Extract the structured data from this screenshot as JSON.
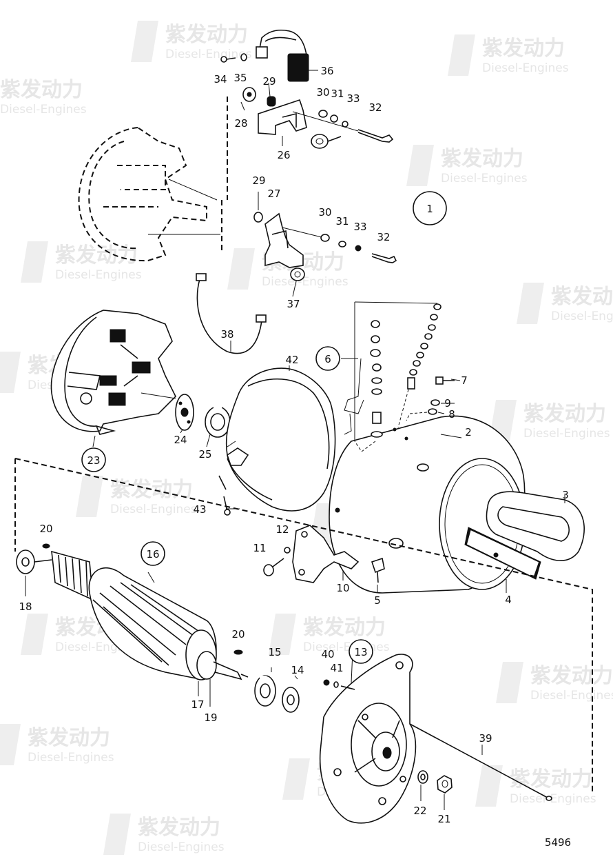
{
  "watermark": {
    "chinese": "紫发动力",
    "english": "Diesel-Engines"
  },
  "figure_number": "5496",
  "callouts": [
    {
      "id": "1",
      "circled": true
    },
    {
      "id": "2"
    },
    {
      "id": "3"
    },
    {
      "id": "4"
    },
    {
      "id": "5"
    },
    {
      "id": "6",
      "circled": true
    },
    {
      "id": "7"
    },
    {
      "id": "8"
    },
    {
      "id": "9"
    },
    {
      "id": "10"
    },
    {
      "id": "11"
    },
    {
      "id": "12"
    },
    {
      "id": "13",
      "circled": true
    },
    {
      "id": "14"
    },
    {
      "id": "15"
    },
    {
      "id": "16",
      "circled": true
    },
    {
      "id": "17"
    },
    {
      "id": "18"
    },
    {
      "id": "19"
    },
    {
      "id": "20a",
      "text": "20"
    },
    {
      "id": "20b",
      "text": "20"
    },
    {
      "id": "21"
    },
    {
      "id": "22"
    },
    {
      "id": "23",
      "circled": true
    },
    {
      "id": "24"
    },
    {
      "id": "25"
    },
    {
      "id": "26"
    },
    {
      "id": "27"
    },
    {
      "id": "28"
    },
    {
      "id": "29a",
      "text": "29"
    },
    {
      "id": "29b",
      "text": "29"
    },
    {
      "id": "30a",
      "text": "30"
    },
    {
      "id": "30b",
      "text": "30"
    },
    {
      "id": "31a",
      "text": "31"
    },
    {
      "id": "31b",
      "text": "31"
    },
    {
      "id": "32a",
      "text": "32"
    },
    {
      "id": "32b",
      "text": "32"
    },
    {
      "id": "33a",
      "text": "33"
    },
    {
      "id": "33b",
      "text": "33"
    },
    {
      "id": "34"
    },
    {
      "id": "35"
    },
    {
      "id": "36"
    },
    {
      "id": "37"
    },
    {
      "id": "38"
    },
    {
      "id": "39"
    },
    {
      "id": "40"
    },
    {
      "id": "41"
    },
    {
      "id": "42"
    },
    {
      "id": "43"
    }
  ]
}
